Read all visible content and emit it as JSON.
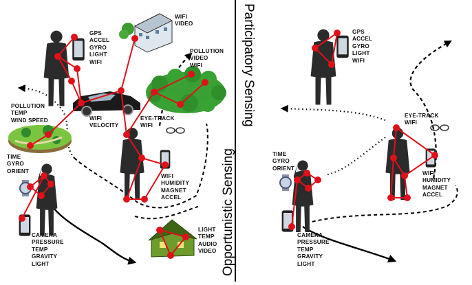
{
  "titles": {
    "left": "Opportunistic Sensing",
    "right": "Participatory Sensing"
  },
  "colors": {
    "node": "#e0101a",
    "link": "#e0101a",
    "silhouette": "#2b2b2b",
    "path": "#000000",
    "house": "#4d7f1e",
    "tree": "#2f9a2f",
    "car": "#1a1a1a"
  },
  "icons": [
    "person-icon",
    "smartphone-icon",
    "car-icon",
    "house-icon",
    "building-icon",
    "forest-icon",
    "park-icon",
    "watch-icon",
    "glasses-icon"
  ],
  "left": {
    "phone_man": [
      "GPS",
      "ACCEL",
      "GYRO",
      "LIGHT",
      "WIFI"
    ],
    "building": [
      "WIFI",
      "VIDEO"
    ],
    "forest": [
      "POLLUTION",
      "VIDEO",
      "WIFI"
    ],
    "park": [
      "POLLUTION",
      "TEMP",
      "WIND SPEED"
    ],
    "car": [
      "WIFI",
      "VELOCITY"
    ],
    "glasses": [
      "EYE-TRACK",
      "WIFI"
    ],
    "watch": [
      "TIME",
      "GYRO",
      "ORIENT"
    ],
    "pocket_phone": [
      "WIFI",
      "HUMIDITY",
      "MAGNET",
      "ACCEL"
    ],
    "woman_phone": [
      "CAMERA",
      "PRESSURE",
      "TEMP",
      "GRAVITY",
      "LIGHT"
    ],
    "house": [
      "LIGHT",
      "TEMP",
      "AUDIO",
      "VIDEO"
    ]
  },
  "right": {
    "phone_man": [
      "GPS",
      "ACCEL",
      "GYRO",
      "LIGHT",
      "WIFI"
    ],
    "glasses": [
      "EYE-TRACK",
      "WIFI"
    ],
    "watch": [
      "TIME",
      "GYRO",
      "ORIENT"
    ],
    "pocket_phone": [
      "WIFI",
      "HUMIDITY",
      "MAGNET",
      "ACCEL"
    ],
    "woman_phone": [
      "CAMERA",
      "PRESSURE",
      "TEMP",
      "GRAVITY",
      "LIGHT"
    ]
  }
}
